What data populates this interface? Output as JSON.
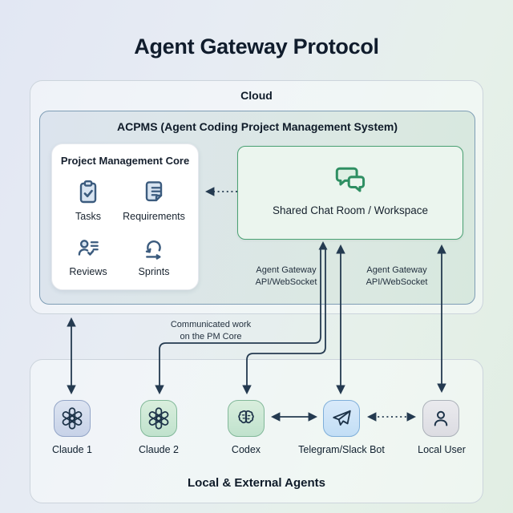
{
  "title": "Agent Gateway Protocol",
  "cloud": {
    "label": "Cloud",
    "acpms": {
      "label": "ACPMS (Agent Coding Project Management System)",
      "pm_core": {
        "title": "Project Management Core",
        "modules": [
          {
            "icon": "tasks-icon",
            "label": "Tasks"
          },
          {
            "icon": "requirements-icon",
            "label": "Requirements"
          },
          {
            "icon": "reviews-icon",
            "label": "Reviews"
          },
          {
            "icon": "sprints-icon",
            "label": "Sprints"
          }
        ]
      },
      "chat_room": {
        "icon": "chat-bubbles-icon",
        "label": "Shared Chat Room / Workspace"
      }
    }
  },
  "connection_labels": {
    "gateway_left": {
      "line1": "Agent Gateway",
      "line2": "API/WebSocket"
    },
    "gateway_right": {
      "line1": "Agent Gateway",
      "line2": "API/WebSocket"
    },
    "communicated": {
      "line1": "Communicated work",
      "line2": "on the PM Core"
    }
  },
  "agents_box": {
    "label": "Local & External Agents",
    "agents": [
      {
        "icon": "openai-logo-icon",
        "name": "Claude 1",
        "tile_color": "#c9d4e9"
      },
      {
        "icon": "openai-logo-icon",
        "name": "Claude 2",
        "tile_color": "#c5e4d0"
      },
      {
        "icon": "brain-icon",
        "name": "Codex",
        "tile_color": "#c5e4d0"
      },
      {
        "icon": "telegram-icon",
        "name": "Telegram/Slack Bot",
        "tile_color": "#c6e0f5"
      },
      {
        "icon": "user-icon",
        "name": "Local User",
        "tile_color": "#dfdfe5"
      }
    ]
  },
  "colors": {
    "arrow": "#243a50",
    "chat_green": "#4aa173",
    "pm_icon_blue": "#3b5b7e",
    "acpms_border": "#7e9db5",
    "title_text": "#101c2c"
  }
}
